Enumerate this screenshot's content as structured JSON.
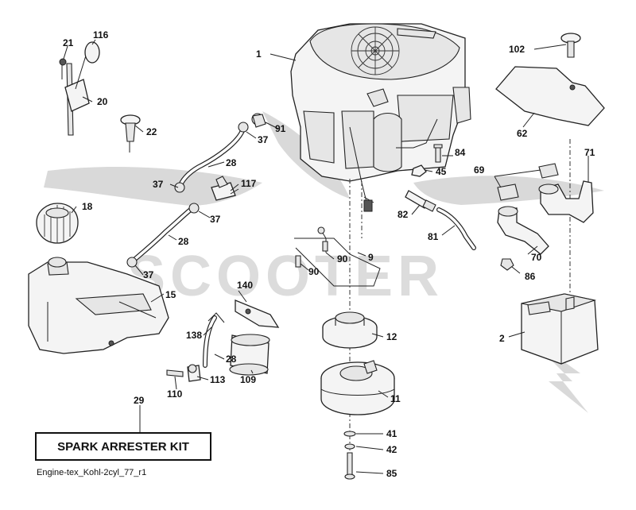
{
  "diagram": {
    "kit_label": "SPARK ARRESTER KIT",
    "caption": "Engine-tex_Kohl-2cyl_77_r1",
    "watermark": "SCOOTER",
    "part_numbers": {
      "p1": "1",
      "p2": "2",
      "p9": "9",
      "p11": "11",
      "p12": "12",
      "p15": "15",
      "p18": "18",
      "p20": "20",
      "p21": "21",
      "p22": "22",
      "p28a": "28",
      "p28b": "28",
      "p28c": "28",
      "p29": "29",
      "p37a": "37",
      "p37b": "37",
      "p37c": "37",
      "p37d": "37",
      "p41": "41",
      "p42": "42",
      "p45": "45",
      "p62": "62",
      "p69": "69",
      "p70": "70",
      "p71": "71",
      "p81": "81",
      "p82": "82",
      "p84": "84",
      "p85": "85",
      "p86": "86",
      "p90a": "90",
      "p90b": "90",
      "p91": "91",
      "p102": "102",
      "p109": "109",
      "p110": "110",
      "p113": "113",
      "p116": "116",
      "p117": "117",
      "p138": "138",
      "p140": "140"
    }
  }
}
